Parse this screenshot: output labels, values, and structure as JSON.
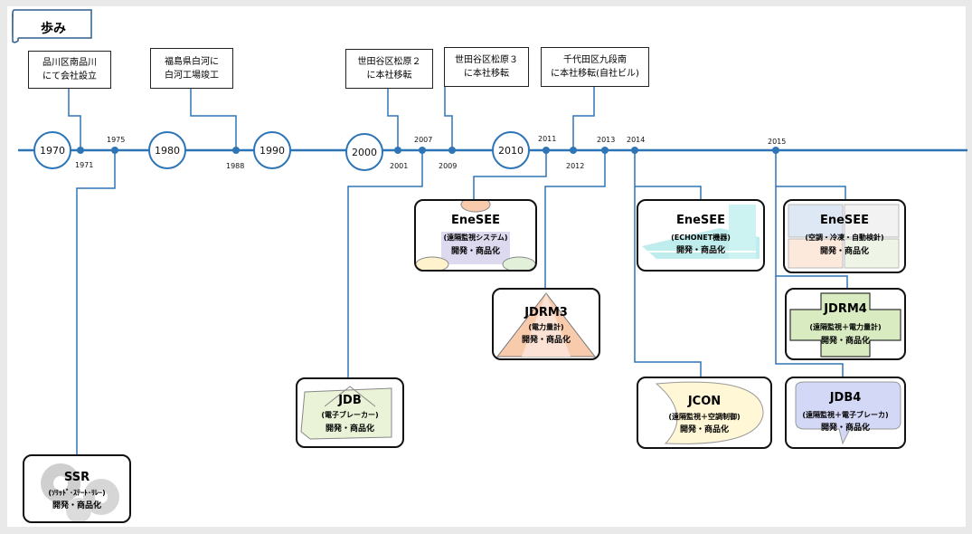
{
  "title": "歩み",
  "decades": [
    "1970",
    "1980",
    "1990",
    "2000",
    "2010"
  ],
  "tick_years": {
    "y1971": "1971",
    "y1975": "1975",
    "y1988": "1988",
    "y2001": "2001",
    "y2007": "2007",
    "y2009": "2009",
    "y2011": "2011",
    "y2012": "2012",
    "y2013": "2013",
    "y2014": "2014",
    "y2015": "2015"
  },
  "events": [
    {
      "line1": "品川区南品川",
      "line2": "にて会社設立"
    },
    {
      "line1": "福島県白河に",
      "line2": "白河工場竣工"
    },
    {
      "line1": "世田谷区松原２",
      "line2": "に本社移転"
    },
    {
      "line1": "世田谷区松原３",
      "line2": "に本社移転"
    },
    {
      "line1": "千代田区九段南",
      "line2": "に本社移転(自社ビル)"
    }
  ],
  "products": {
    "ssr": {
      "name": "SSR",
      "sub": "(ｿﾘｯﾄﾞ･ｽﾃｰﾄ･ﾘﾚｰ)",
      "dev": "開発・商品化"
    },
    "jdb": {
      "name": "JDB",
      "sub": "(電子ブレーカー)",
      "dev": "開発・商品化"
    },
    "enesee1": {
      "name": "EneSEE",
      "sub": "(遠隔監視システム)",
      "dev": "開発・商品化"
    },
    "jdrm3": {
      "name": "JDRM3",
      "sub": "(電力量計)",
      "dev": "開発・商品化"
    },
    "enesee2": {
      "name": "EneSEE",
      "sub": "(ECHONET機器)",
      "dev": "開発・商品化"
    },
    "jcon": {
      "name": "JCON",
      "sub": "(遠隔監視＋空調制御)",
      "dev": "開発・商品化"
    },
    "enesee3": {
      "name": "EneSEE",
      "sub": "(空調・冷凍・自動検針)",
      "dev": "開発・商品化"
    },
    "jdrm4": {
      "name": "JDRM4",
      "sub": "(遠隔監視＋電力量計)",
      "dev": "開発・商品化"
    },
    "jdb4": {
      "name": "JDB4",
      "sub": "(遠隔監視＋電子ブレーカ)",
      "dev": "開発・商品化"
    }
  },
  "colors": {
    "timeline": "#2e75b6",
    "background": "#e9e9e9",
    "canvas": "#ffffff"
  }
}
